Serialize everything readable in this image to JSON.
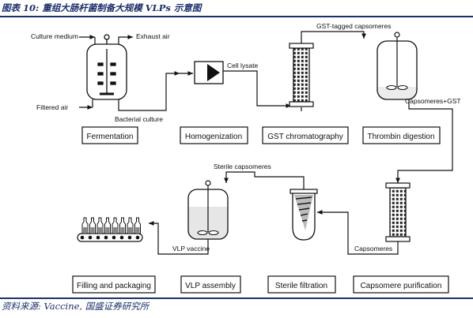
{
  "figure": {
    "title": "图表 10: 重组大肠杆菌制备大规模 VLPs 示意图",
    "source": "资料来源: Vaccine, 国盛证券研究所"
  },
  "steps": [
    "Fermentation",
    "Homogenization",
    "GST chromatography",
    "Thrombin digestion",
    "Capsomere purification",
    "Sterile filtration",
    "VLP assembly",
    "Filling and packaging"
  ],
  "labels": {
    "culture_medium": "Culture medium",
    "exhaust_air": "Exhaust air",
    "filtered_air": "Filtered air",
    "bacterial_culture": "Bacterial culture",
    "cell_lysate": "Cell lysate",
    "gst_tagged_capsomeres": "GST-tagged capsomeres",
    "capsomeres_gst": "Capsomeres+GST",
    "sterile_capsomeres": "Sterile capsomeres",
    "capsomeres": "Capsomeres",
    "vlp_vaccine": "VLP vaccine"
  }
}
